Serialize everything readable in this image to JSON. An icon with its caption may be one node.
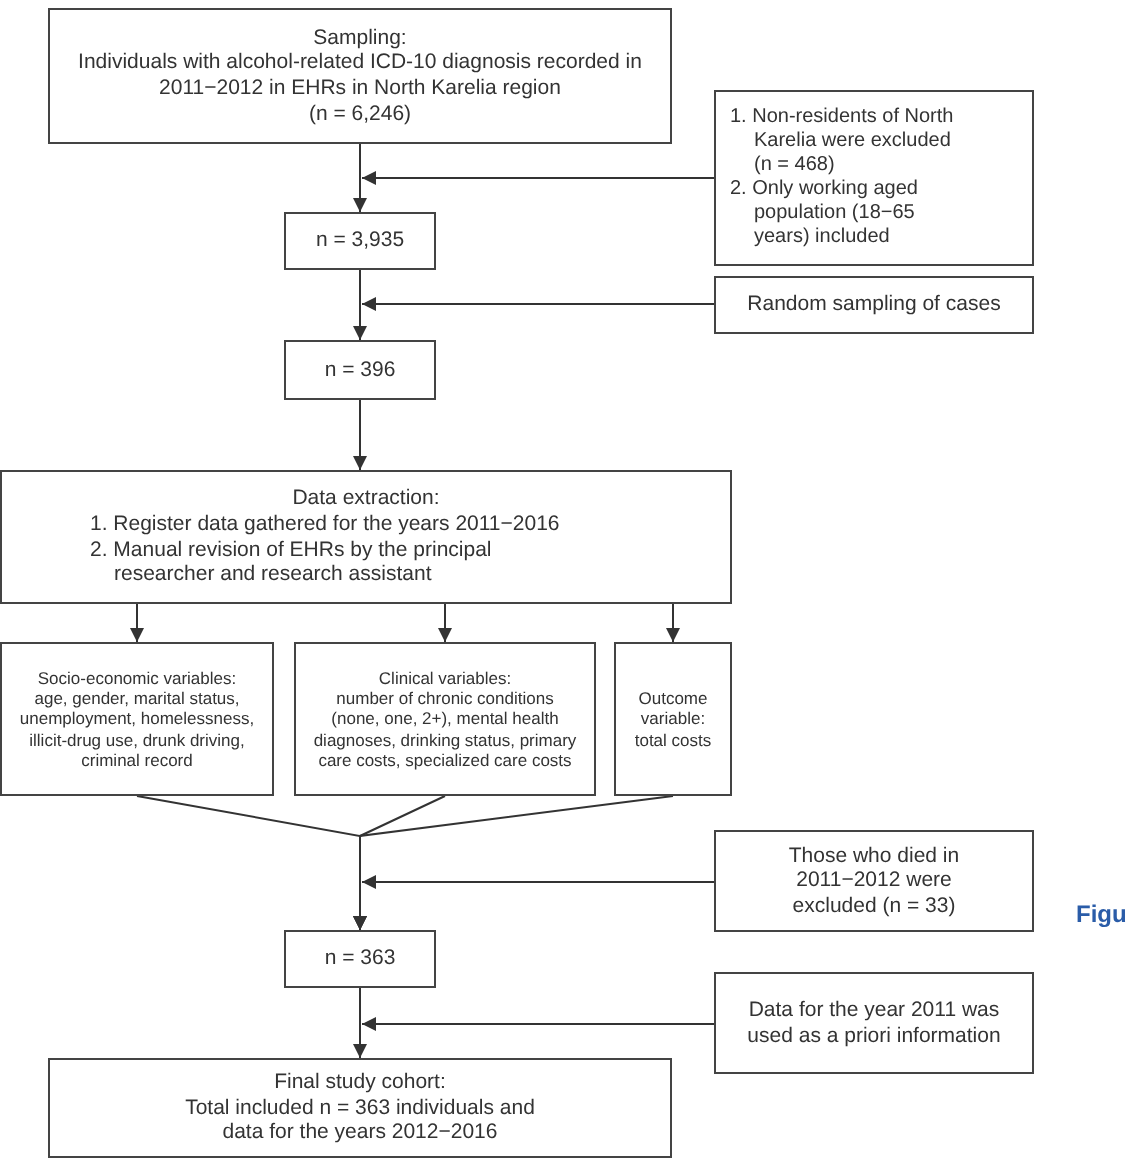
{
  "diagram": {
    "nodes": [
      {
        "text": [
          "Sampling:",
          "Individuals with alcohol-related ICD-10 diagnosis recorded in 2011−2012 in EHRs in North Karelia region",
          "(n = 6,246)"
        ]
      },
      {
        "text": [
          "1. Non-residents of North Karelia were excluded (n = 468)",
          "2. Only working aged population (18−65 years) included"
        ]
      },
      {
        "text": [
          "n = 3,935"
        ]
      },
      {
        "text": [
          "Random sampling of cases"
        ]
      },
      {
        "text": [
          "n = 396"
        ]
      },
      {
        "text": [
          "Data extraction:",
          "1. Register data gathered for the years 2011−2016",
          "2. Manual revision of EHRs by the principal researcher and research assistant"
        ]
      },
      {
        "text": [
          "Socio-economic variables:",
          "age, gender, marital status, unemployment, homelessness, illicit-drug use, drunk driving, criminal record"
        ]
      },
      {
        "text": [
          "Clinical variables:",
          "number of chronic conditions (none, one, 2+), mental health diagnoses, drinking status, primary care costs, specialized care costs"
        ]
      },
      {
        "text": [
          "Outcome variable:",
          "total costs"
        ]
      },
      {
        "text": [
          "Those who died in 2011−2012 were excluded (n = 33)"
        ]
      },
      {
        "text": [
          "n = 363"
        ]
      },
      {
        "text": [
          "Data for the year 2011 was used as a priori information"
        ]
      },
      {
        "text": [
          "Final study cohort:",
          "Total included n = 363 individuals and data for the years 2012−2016"
        ]
      }
    ],
    "edges": [
      {
        "from": 0,
        "to": 2,
        "arrow": "to"
      },
      {
        "from": 1,
        "to": 2,
        "arrow": "to"
      },
      {
        "from": 2,
        "to": 4,
        "arrow": "to"
      },
      {
        "from": 3,
        "to": 4,
        "arrow": "to"
      },
      {
        "from": 4,
        "to": 5,
        "arrow": "to"
      },
      {
        "from": 5,
        "to": 6,
        "arrow": "to"
      },
      {
        "from": 5,
        "to": 7,
        "arrow": "to"
      },
      {
        "from": 5,
        "to": 8,
        "arrow": "to"
      },
      {
        "from": 6,
        "to": 10,
        "arrow": "to"
      },
      {
        "from": 7,
        "to": 10,
        "arrow": "to"
      },
      {
        "from": 8,
        "to": 10,
        "arrow": "to"
      },
      {
        "from": 9,
        "to": 10,
        "arrow": "to"
      },
      {
        "from": 10,
        "to": 12,
        "arrow": "to"
      },
      {
        "from": 11,
        "to": 12,
        "arrow": "to"
      }
    ],
    "labels": [
      "Figu"
    ]
  }
}
